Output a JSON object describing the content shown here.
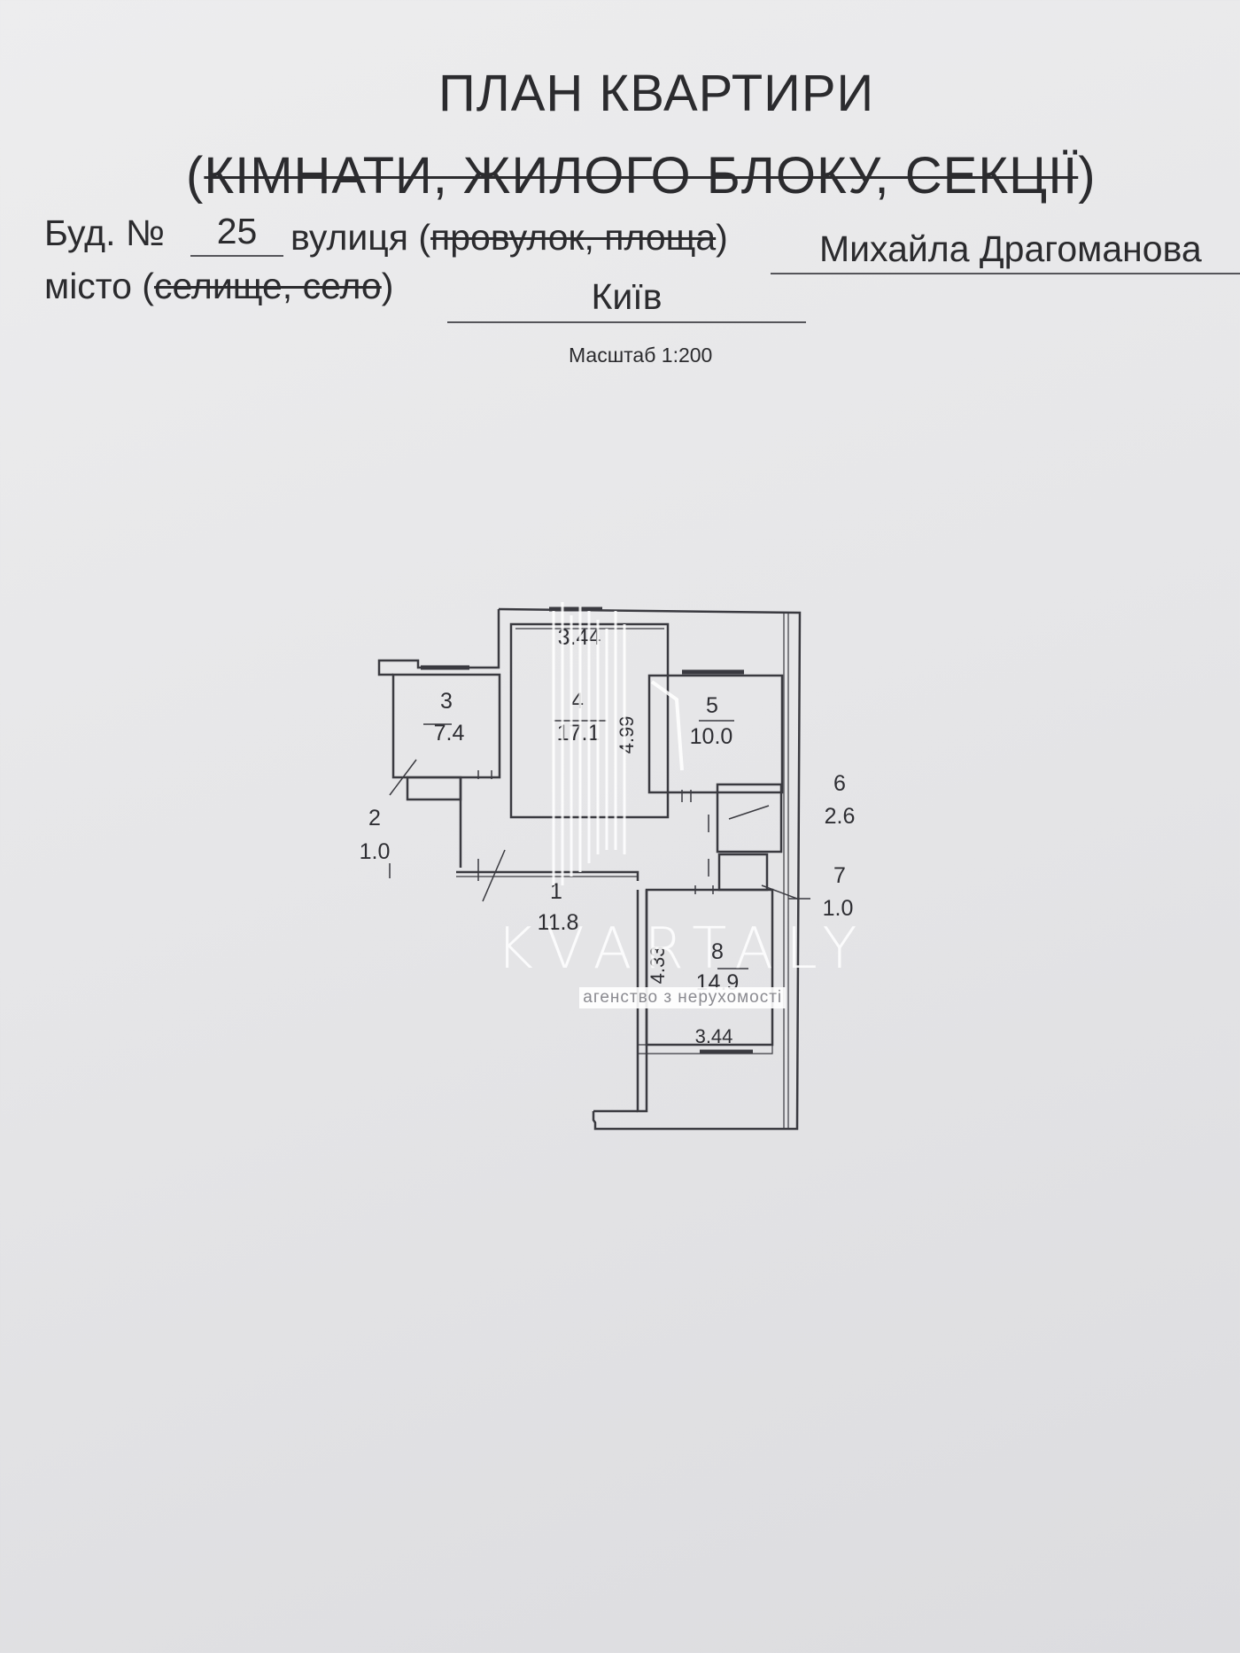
{
  "header": {
    "title_line1": "ПЛАН КВАРТИРИ",
    "title_line2_open": "(",
    "title_line2_struck": "КІМНАТИ, ЖИЛОГО БЛОКУ, СЕКЦІЇ",
    "title_line2_close": ")",
    "building_label": "Буд. №",
    "building_number": "25",
    "street_label": "вулиця (",
    "street_label_struck": "провулок, площа",
    "street_label_close": ")",
    "street_name": "Михайла Драгоманова",
    "city_label": "місто (",
    "city_label_struck": "селище, село",
    "city_label_close": ")",
    "city_name": "Київ",
    "scale": "Масштаб 1:200"
  },
  "plan": {
    "rooms": [
      {
        "number": "1",
        "area": "11.8"
      },
      {
        "number": "2",
        "area": "1.0"
      },
      {
        "number": "3",
        "area": "7.4"
      },
      {
        "number": "4",
        "area": "17.1"
      },
      {
        "number": "5",
        "area": "10.0"
      },
      {
        "number": "6",
        "area": "2.6"
      },
      {
        "number": "7",
        "area": "1.0"
      },
      {
        "number": "8",
        "area": "14.9"
      }
    ],
    "dimensions": {
      "room4_width": "3.44",
      "room4_length": "4.99",
      "room8_length": "4.33",
      "room8_width": "3.44"
    }
  },
  "watermark": {
    "brand": "KVARTALY",
    "subtitle": "агенство з нерухомості"
  }
}
